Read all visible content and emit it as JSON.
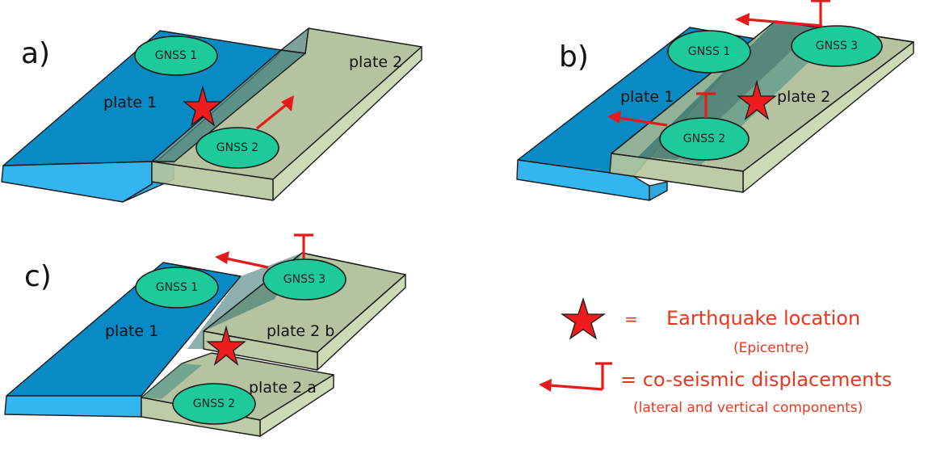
{
  "figure": {
    "panels": [
      {
        "id": "a",
        "label": "a)",
        "plates": [
          "plate 1",
          "plate 2"
        ],
        "stations": [
          "GNSS 1",
          "GNSS 2"
        ]
      },
      {
        "id": "b",
        "label": "b)",
        "plates": [
          "plate 1",
          "plate 2"
        ],
        "stations": [
          "GNSS 1",
          "GNSS 2",
          "GNSS 3"
        ]
      },
      {
        "id": "c",
        "label": "c)",
        "plates": [
          "plate 1",
          "plate 2 b",
          "plate 2 a"
        ],
        "stations": [
          "GNSS 1",
          "GNSS 3",
          "GNSS 2"
        ]
      }
    ],
    "legend": {
      "star_equals": "=",
      "star_label": "Earthquake location",
      "star_sublabel": "(Epicentre)",
      "displacement_label": "= co-seismic displacements",
      "displacement_sublabel": "(lateral and vertical components)"
    },
    "colors": {
      "plate1": "#0a8ac4",
      "plate2": "#a9b88f",
      "gnss": "#1ec99a",
      "marker": "#e51b1b",
      "legend_text": "#e8371f"
    }
  }
}
